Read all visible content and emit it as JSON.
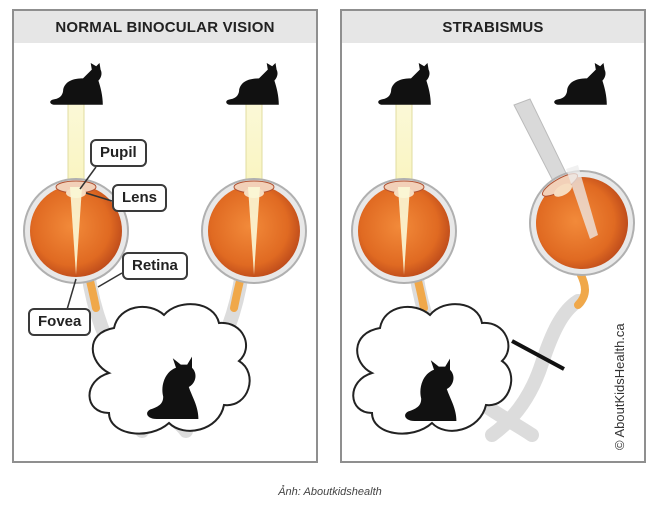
{
  "panels": {
    "normal": {
      "title": "NORMAL BINOCULAR VISION"
    },
    "strabismus": {
      "title": "STRABISMUS"
    }
  },
  "labels": {
    "pupil": "Pupil",
    "lens": "Lens",
    "retina": "Retina",
    "fovea": "Fovea"
  },
  "copyright": "© AboutKidsHealth.ca",
  "credit": "Ảnh: Aboutkidshealth",
  "colors": {
    "eye_orange": "#e8702a",
    "eye_dark": "#c8501a",
    "nerve": "#f0a84a",
    "nerve_sheath": "#dcdcdc",
    "light_beam": "#f4f0b8",
    "cat": "#111111",
    "panel_header": "#e6e6e6"
  }
}
